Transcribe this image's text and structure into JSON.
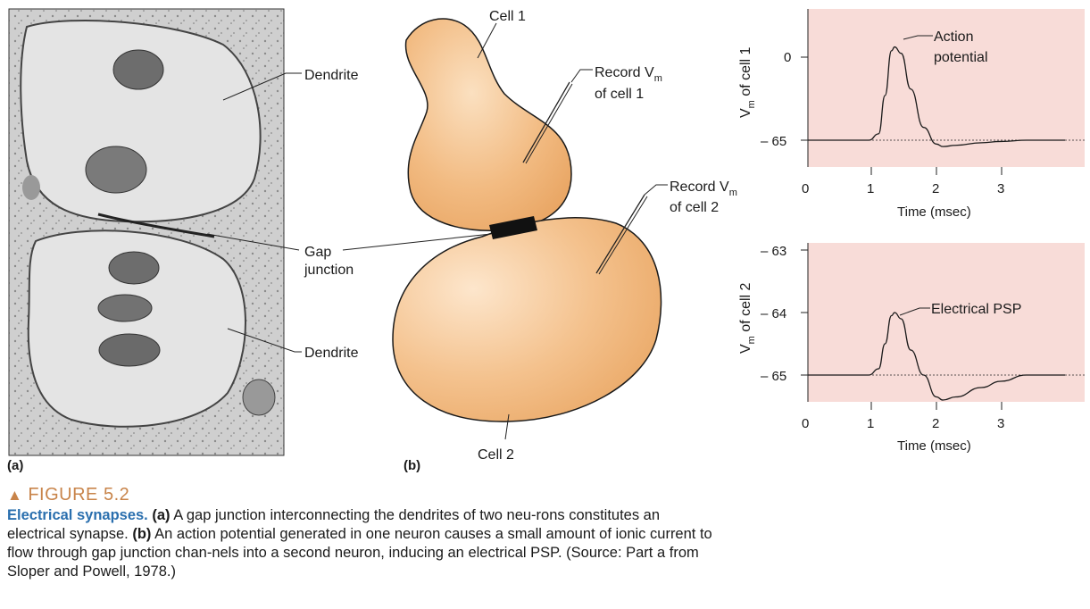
{
  "panel_a": {
    "label": "(a)",
    "annotations": [
      "Dendrite",
      "Gap",
      "junction",
      "Dendrite"
    ]
  },
  "panel_b": {
    "label": "(b)",
    "cell1": "Cell 1",
    "cell2": "Cell 2",
    "record1_line1": "Record V",
    "record1_sub": "m",
    "record1_line2": "of cell 1",
    "record2_line1": "Record V",
    "record2_sub": "m",
    "record2_line2": "of cell 2"
  },
  "chart_data": [
    {
      "type": "line",
      "ylabel_main": "V",
      "ylabel_sub": "m",
      "ylabel_rest": " of cell 1",
      "xlabel": "Time (msec)",
      "xticks": [
        "0",
        "1",
        "2",
        "3"
      ],
      "yticks": [
        "0",
        "– 65"
      ],
      "annotation_line1": "Action",
      "annotation_line2": "potential",
      "baseline": -65,
      "series": [
        {
          "x": [
            0,
            0.95,
            1.1,
            1.2,
            1.3,
            1.35,
            1.45,
            1.6,
            1.8,
            2.0,
            2.1,
            2.3,
            2.7,
            3.0,
            3.4,
            4.0
          ],
          "y": [
            -65,
            -65,
            -60,
            -30,
            5,
            8,
            3,
            -25,
            -55,
            -68,
            -70,
            -69,
            -67,
            -66,
            -65,
            -65
          ]
        }
      ],
      "background": "#f8dcd8"
    },
    {
      "type": "line",
      "ylabel_main": "V",
      "ylabel_sub": "m",
      "ylabel_rest": " of cell 2",
      "xlabel": "Time (msec)",
      "xticks": [
        "0",
        "1",
        "2",
        "3"
      ],
      "yticks": [
        "– 63",
        "– 64",
        "– 65"
      ],
      "annotation_line1": "Electrical PSP",
      "baseline": -65,
      "series": [
        {
          "x": [
            0,
            0.95,
            1.1,
            1.2,
            1.3,
            1.35,
            1.45,
            1.6,
            1.8,
            2.0,
            2.1,
            2.3,
            2.7,
            3.0,
            3.4,
            4.0
          ],
          "y": [
            -65,
            -65,
            -64.9,
            -64.5,
            -64.05,
            -64.0,
            -64.1,
            -64.6,
            -65.0,
            -65.35,
            -65.4,
            -65.35,
            -65.2,
            -65.1,
            -65.0,
            -65.0
          ]
        }
      ],
      "background": "#f8dcd8"
    }
  ],
  "caption": {
    "figure_label": "FIGURE 5.2",
    "heading": "Electrical synapses.",
    "part_a": " (a)",
    "text1": " A gap junction interconnecting the dendrites of two neu-rons constitutes an electrical synapse. ",
    "part_b": "(b)",
    "text2": " An action potential generated in one neuron causes a small amount of ionic current to flow through gap junction chan-nels into a second neuron, inducing an electrical PSP. (Source: Part a from Sloper and Powell, 1978.)"
  },
  "colors": {
    "cell_fill": "#f0b478",
    "graph_bg": "#f8dcd8",
    "caption_accent": "#c8844a",
    "heading_blue": "#2a6fae"
  }
}
